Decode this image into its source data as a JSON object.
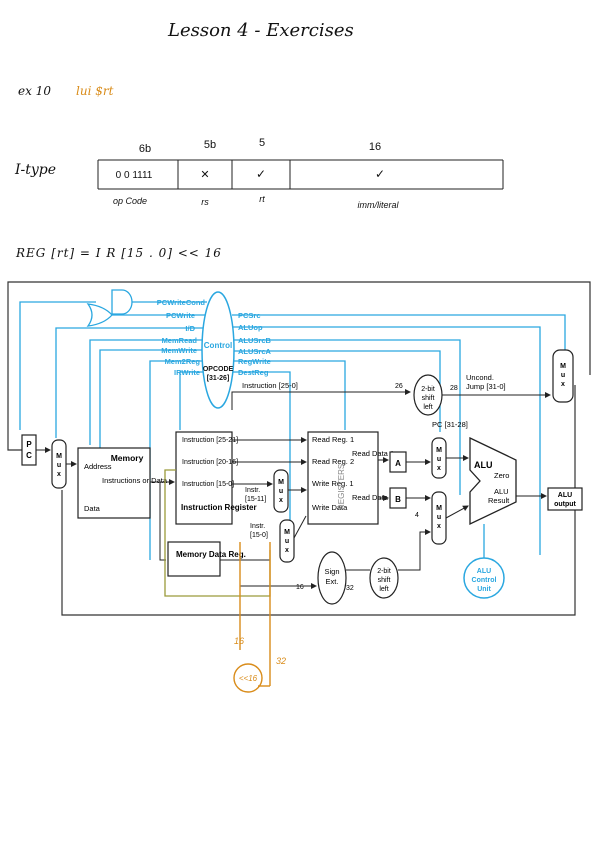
{
  "header": {
    "title": "Lesson 4 - Exercises",
    "exercise_id": "ex 10",
    "exercise_instr": "lui $rt",
    "itype_label": "I-type",
    "reg_eq": "REG [rt] = I R [15 . 0] << 16"
  },
  "format_table": {
    "bits": [
      "6b",
      "5b",
      "5",
      "16"
    ],
    "cells": [
      "0 0 1111",
      "✕",
      "✓",
      "✓"
    ],
    "fields": [
      "op Code",
      "rs",
      "rt",
      "imm/literal"
    ]
  },
  "datapath": {
    "control": {
      "left_signals": [
        "PCWriteCond",
        "PCWrite",
        "I/D",
        "MemRead",
        "MemWrite",
        "Mem2Reg",
        "IRWrite"
      ],
      "right_signals": [
        "PCSrc",
        "ALUop",
        "ALUSrcB",
        "ALUSrcA",
        "RegWrite",
        "DestReg"
      ],
      "label": "Control",
      "opcode": "OPCODE",
      "opcode_bits": "[31-26]"
    },
    "pc": "PC",
    "mux": "Mux",
    "memory": {
      "title": "Memory",
      "address": "Address",
      "content": "Instructions or Data",
      "data": "Data"
    },
    "ir": {
      "f1": "Instruction [25-21]",
      "f2": "Instruction [20-16]",
      "f3": "Instruction [15-0]",
      "title": "Instruction Register"
    },
    "mdr": "Memory Data Reg.",
    "registers": {
      "title": "REGISTERS",
      "read1": "Read Reg. 1",
      "read2": "Read Reg. 2",
      "write_reg": "Write Reg. 1",
      "write_data": "Write Data",
      "rdata1": "Read Data 1",
      "rdata2": "Read Data 2"
    },
    "a": "A",
    "b": "B",
    "alu": {
      "title": "ALU",
      "zero": "Zero",
      "result": "ALU Result"
    },
    "alu_output": "ALU output",
    "alu_control": "ALU Control Unit",
    "sign_ext": "Sign Ext.",
    "shift_left": "2-bit shift left",
    "instr_25_0": "Instruction [25-0]",
    "instr_15_11": "Instr. [15-11]",
    "instr_15_0": "Instr. [15-0]",
    "uncond_jump": "Uncond. Jump [31-0]",
    "pc_31_28": "PC [31-28]",
    "w26": "26",
    "w28": "28",
    "w16": "16",
    "w32": "32",
    "w4": "4"
  },
  "annotation": {
    "w16": "16",
    "w32": "32",
    "box": "<<16"
  }
}
